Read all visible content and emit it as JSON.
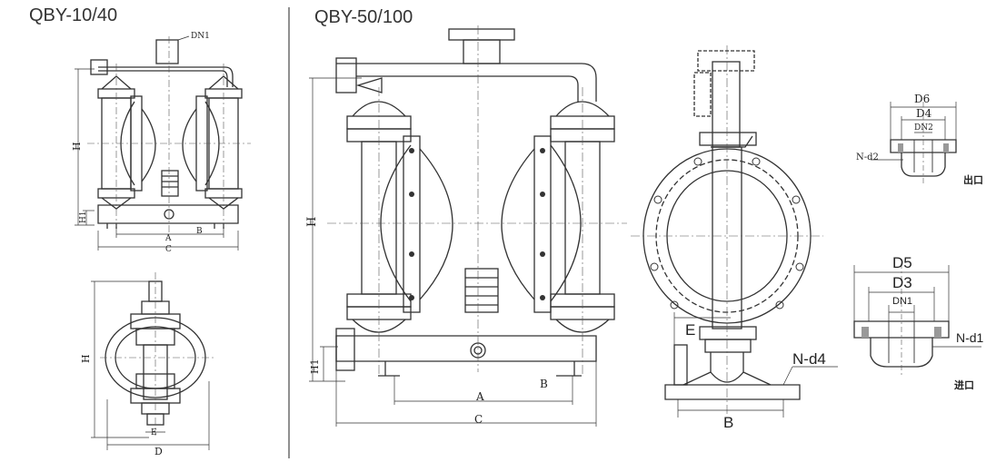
{
  "models": {
    "small_title": "QBY-10/40",
    "large_title": "QBY-50/100"
  },
  "small_pump": {
    "front_labels": {
      "dn1": "DN1",
      "h": "H",
      "h1": "H1",
      "a": "A",
      "b": "B",
      "c": "C"
    },
    "side_labels": {
      "h": "H",
      "d": "D",
      "e": "E"
    }
  },
  "large_pump": {
    "front_labels": {
      "h": "H",
      "h1": "H1",
      "a": "A",
      "b": "B",
      "c": "C"
    },
    "side_labels": {
      "e": "E",
      "b": "B",
      "nd4": "N-d4"
    }
  },
  "outlet_flange": {
    "d6": "D6",
    "d4": "D4",
    "dn2": "DN2",
    "nd2": "N-d2",
    "caption": "出口"
  },
  "inlet_flange": {
    "d5": "D5",
    "d3": "D3",
    "dn1": "DN1",
    "nd1": "N-d1",
    "caption": "进口"
  }
}
